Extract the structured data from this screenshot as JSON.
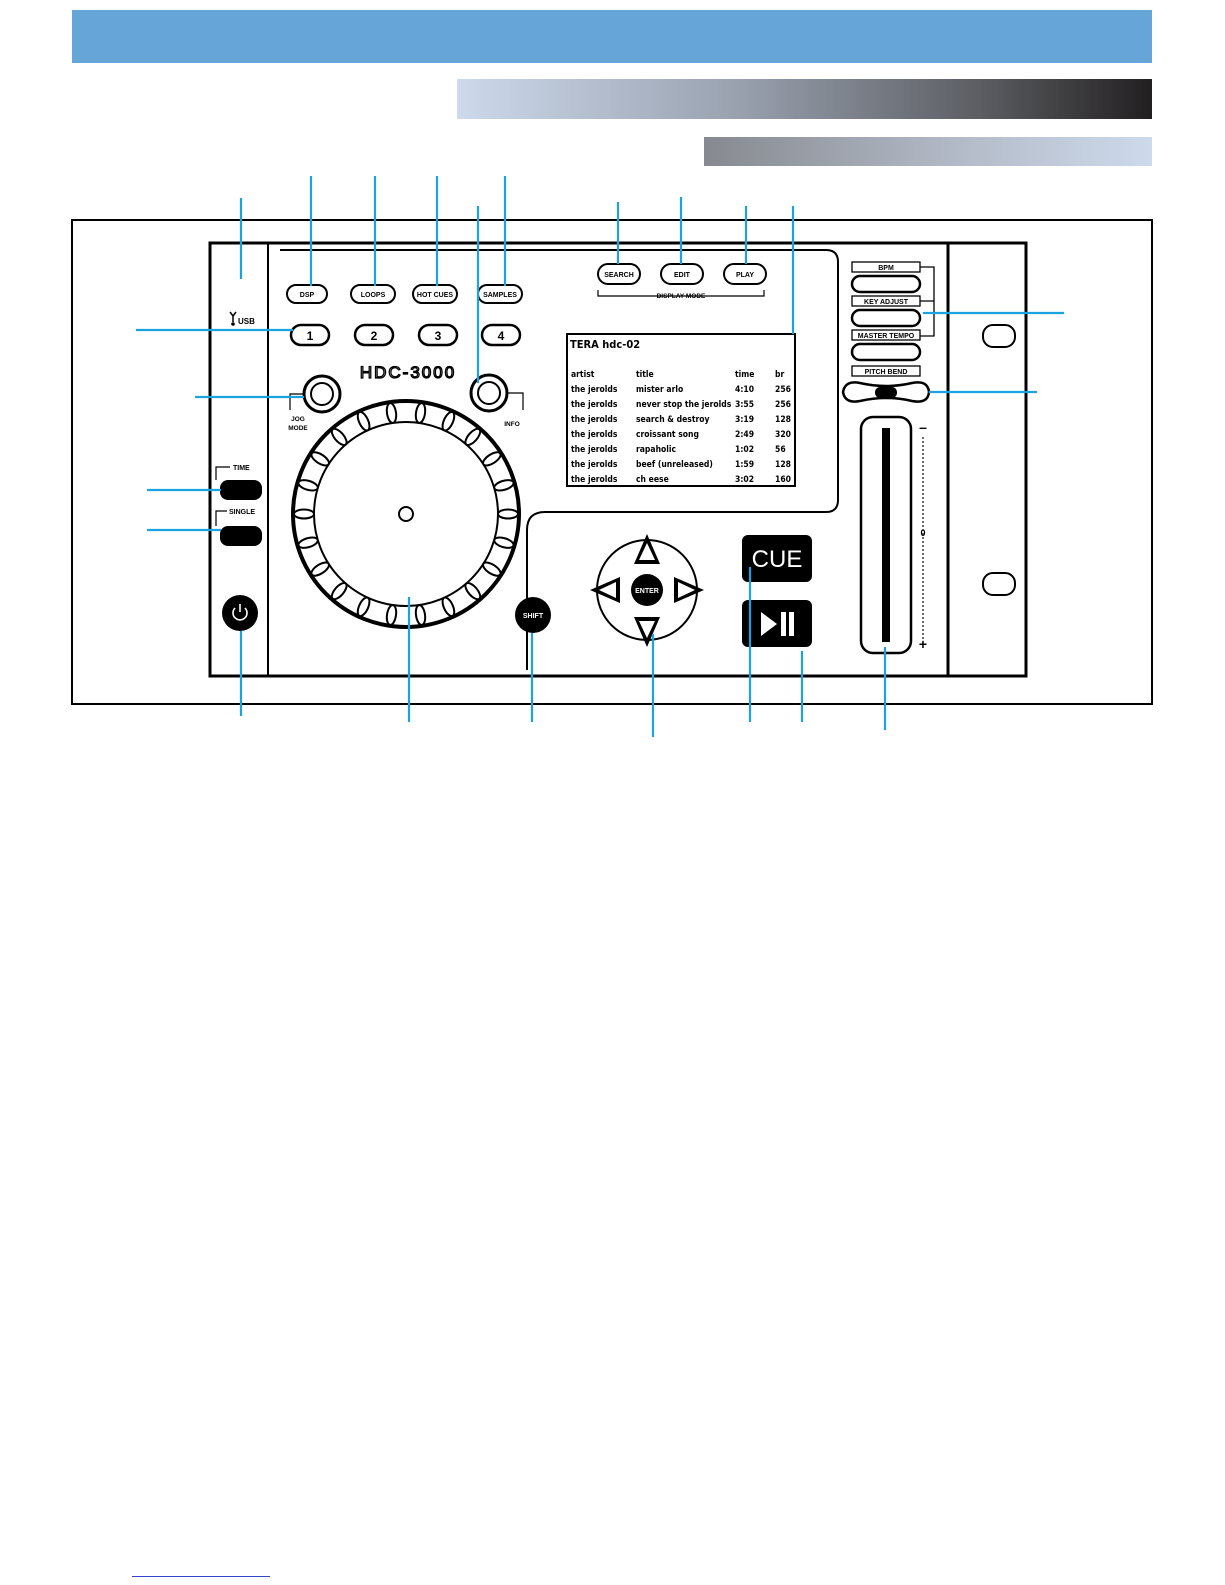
{
  "panel": {
    "usb_label": "USB",
    "buttons": {
      "dsp": "DSP",
      "loops": "LOOPS",
      "hot_cues": "HOT CUES",
      "samples": "SAMPLES",
      "search": "SEARCH",
      "edit": "EDIT",
      "play": "PLAY",
      "display_mode": "DISPLAY MODE",
      "cue_1": "1",
      "cue_2": "2",
      "cue_3": "3",
      "cue_4": "4",
      "jog_mode_line1": "JOG",
      "jog_mode_line2": "MODE",
      "info": "INFO",
      "time": "TIME",
      "single": "SINGLE",
      "shift": "SHIFT",
      "enter": "ENTER",
      "cue": "CUE",
      "bpm": "BPM",
      "key_adjust": "KEY ADJUST",
      "master_tempo": "MASTER TEMPO",
      "pitch_bend": "PITCH BEND"
    },
    "model": "HDC-3000",
    "pitch_minus": "–",
    "pitch_zero": "0",
    "pitch_plus": "+"
  },
  "display": {
    "title": "TERA hdc-02",
    "headers": [
      "artist",
      "title",
      "time",
      "br"
    ],
    "rows": [
      [
        "the jerolds",
        "mister arlo",
        "4:10",
        "256"
      ],
      [
        "the jerolds",
        "never stop the jerolds",
        "3:55",
        "256"
      ],
      [
        "the jerolds",
        "search & destroy",
        "3:19",
        "128"
      ],
      [
        "the jerolds",
        "croissant song",
        "2:49",
        "320"
      ],
      [
        "the jerolds",
        "rapaholic",
        "1:02",
        "56"
      ],
      [
        "the jerolds",
        "beef (unreleased)",
        "1:59",
        "128"
      ],
      [
        "the jerolds",
        "ch eese",
        "3:02",
        "160"
      ]
    ]
  },
  "colors": {
    "header_bar": "#65a5d8",
    "callout_line": "#1aa3df"
  }
}
